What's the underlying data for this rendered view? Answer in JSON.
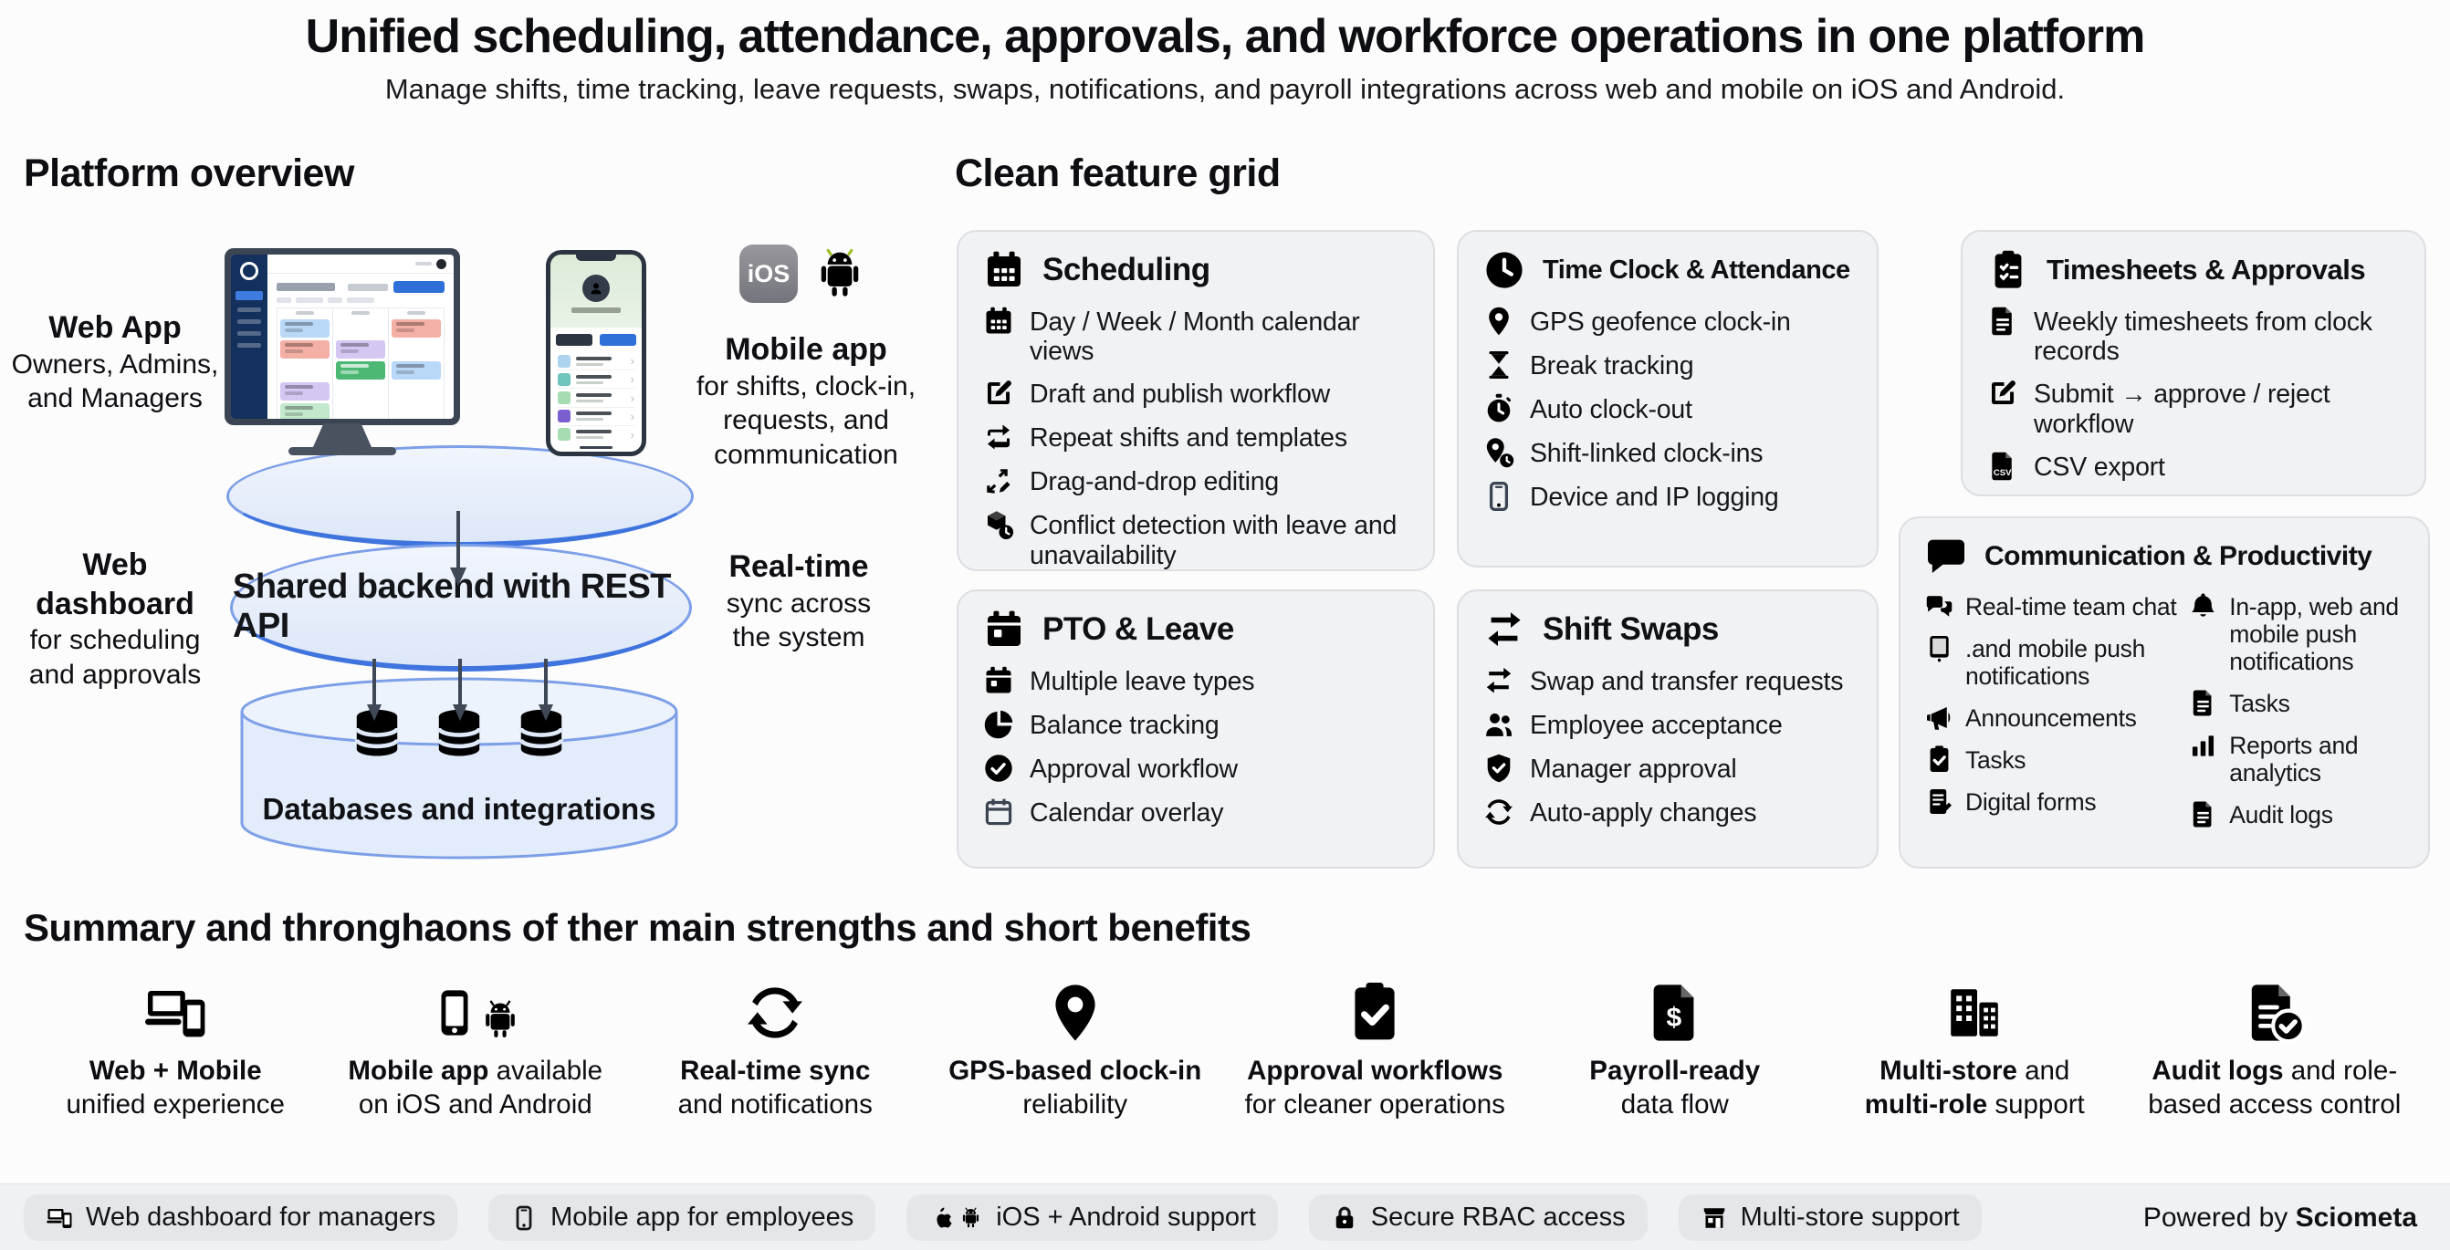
{
  "header": {
    "title": "Unified scheduling, attendance, approvals, and workforce operations in one platform",
    "subtitle": "Manage shifts, time tracking, leave requests, swaps, notifications, and payroll integrations across web and mobile on iOS and Android."
  },
  "platform": {
    "heading": "Platform overview",
    "ios_badge": "iOS",
    "labels": {
      "web_app": {
        "l1": "Web App",
        "l2": "Owners, Admins,",
        "l3": "and Managers"
      },
      "mobile_app": {
        "l1": "Mobile app",
        "l2": "for shifts, clock-in,",
        "l3": "requests, and",
        "l4": "communication"
      },
      "web_dashboard": {
        "l1": "Web dashboard",
        "l2": "for scheduling",
        "l3": "and approvals"
      },
      "realtime": {
        "l1": "Real-time",
        "l2": "sync across",
        "l3": "the system"
      }
    },
    "backend_label": "Shared backend with REST API",
    "databases_label": "Databases and integrations"
  },
  "grid": {
    "heading": "Clean feature grid",
    "cards": [
      {
        "title": "Scheduling",
        "icon": "calendar-icon",
        "icon_ref": "#i-cal",
        "items": [
          {
            "icon": "calendar-icon",
            "icon_ref": "#i-cal",
            "text": "Day / Week / Month calendar views"
          },
          {
            "icon": "edit-icon",
            "icon_ref": "#i-edit",
            "text": "Draft and publish workflow"
          },
          {
            "icon": "repeat-icon",
            "icon_ref": "#i-repeat",
            "text": "Repeat shifts and templates"
          },
          {
            "icon": "drag-icon",
            "icon_ref": "#i-drag",
            "text": "Drag-and-drop editing"
          },
          {
            "icon": "box-clock-icon",
            "icon_ref": "#i-box-clock",
            "text": "Conflict detection with leave and unavailability"
          }
        ]
      },
      {
        "title": "Time Clock & Attendance",
        "icon": "clock-icon",
        "icon_ref": "#i-clock",
        "items": [
          {
            "icon": "map-pin-icon",
            "icon_ref": "#i-pin",
            "text": "GPS geofence clock-in"
          },
          {
            "icon": "hourglass-icon",
            "icon_ref": "#i-hourglass",
            "text": "Break tracking"
          },
          {
            "icon": "stopwatch-icon",
            "icon_ref": "#i-stopwatch",
            "text": "Auto clock-out"
          },
          {
            "icon": "pin-clock-icon",
            "icon_ref": "#i-pin-clock",
            "text": "Shift-linked clock-ins"
          },
          {
            "icon": "smartphone-icon",
            "icon_ref": "#i-phone",
            "text": "Device and IP logging"
          }
        ]
      },
      {
        "title": "Timesheets & Approvals",
        "icon": "clipboard-list-icon",
        "icon_ref": "#i-clip-list",
        "items": [
          {
            "icon": "document-icon",
            "icon_ref": "#i-doc",
            "text": "Weekly timesheets from clock records"
          },
          {
            "icon": "edit-icon",
            "icon_ref": "#i-edit",
            "text": "Submit → approve / reject workflow"
          },
          {
            "icon": "csv-file-icon",
            "icon_ref": "#i-csv",
            "text": "CSV export"
          }
        ]
      },
      {
        "title": "PTO & Leave",
        "icon": "calendar-icon",
        "icon_ref": "#i-cal-day",
        "items": [
          {
            "icon": "calendar-day-icon",
            "icon_ref": "#i-cal-day",
            "text": "Multiple leave types"
          },
          {
            "icon": "pie-chart-icon",
            "icon_ref": "#i-pie",
            "text": "Balance tracking"
          },
          {
            "icon": "check-circle-icon",
            "icon_ref": "#i-check-circle",
            "text": "Approval workflow"
          },
          {
            "icon": "calendar-outline-icon",
            "icon_ref": "#i-cal-outline",
            "text": "Calendar overlay"
          }
        ]
      },
      {
        "title": "Shift Swaps",
        "icon": "swap-arrows-icon",
        "icon_ref": "#i-swap",
        "items": [
          {
            "icon": "swap-arrows-icon",
            "icon_ref": "#i-swap",
            "text": "Swap and transfer requests"
          },
          {
            "icon": "users-icon",
            "icon_ref": "#i-users",
            "text": "Employee acceptance"
          },
          {
            "icon": "shield-check-icon",
            "icon_ref": "#i-shield",
            "text": "Manager approval"
          },
          {
            "icon": "refresh-icon",
            "icon_ref": "#i-refresh",
            "text": "Auto-apply changes"
          }
        ]
      },
      {
        "title": "Communication & Productivity",
        "icon": "chat-bubble-icon",
        "icon_ref": "#i-chat",
        "items_left": [
          {
            "icon": "chat-bubbles-icon",
            "icon_ref": "#i-chats",
            "text": "Real-time team chat"
          },
          {
            "icon": "tablet-icon",
            "icon_ref": "#i-tablet",
            "text": ".and mobile push notifications"
          },
          {
            "icon": "megaphone-icon",
            "icon_ref": "#i-mega",
            "text": "Announcements"
          },
          {
            "icon": "clipboard-check-icon",
            "icon_ref": "#i-clip-check",
            "text": "Tasks"
          },
          {
            "icon": "form-pencil-icon",
            "icon_ref": "#i-form",
            "text": "Digital forms"
          }
        ],
        "items_right": [
          {
            "icon": "bell-icon",
            "icon_ref": "#i-bell",
            "text": "In-app, web and mobile push notifications"
          },
          {
            "icon": "document-icon",
            "icon_ref": "#i-doc",
            "text": "Tasks"
          },
          {
            "icon": "bar-chart-icon",
            "icon_ref": "#i-chart",
            "text": "Reports and analytics"
          },
          {
            "icon": "document-icon",
            "icon_ref": "#i-doc",
            "text": "Audit logs"
          }
        ]
      }
    ]
  },
  "summary": {
    "heading": "Summary and thronghaons of ther main strengths and short benefits",
    "benefits": [
      {
        "icon": "laptop-phone-icon",
        "icon_ref": "#i-laptop-phone",
        "l1b": "Web + Mobile",
        "l1r": "",
        "l2b": "",
        "l2r": "unified experience"
      },
      {
        "icon": "phone-android-icon",
        "icon_ref": "#i-phone-solid",
        "icon_ref2": "#i-android",
        "l1b": "Mobile app",
        "l1r": " available",
        "l2b": "",
        "l2r": "on iOS and Android"
      },
      {
        "icon": "sync-icon",
        "icon_ref": "#i-refresh",
        "l1b": "Real-time sync",
        "l1r": "",
        "l2b": "",
        "l2r": "and notifications"
      },
      {
        "icon": "map-pin-icon",
        "icon_ref": "#i-pin",
        "l1b": "GPS-based clock-in",
        "l1r": "",
        "l2b": "",
        "l2r": "reliability"
      },
      {
        "icon": "clipboard-check-icon",
        "icon_ref": "#i-clip-check",
        "l1b": "Approval workflows",
        "l1r": "",
        "l2b": "",
        "l2r": "for cleaner operations"
      },
      {
        "icon": "dollar-doc-icon",
        "icon_ref": "#i-dollar-doc",
        "l1b": "Payroll-ready",
        "l1r": "",
        "l2b": "",
        "l2r": "data flow"
      },
      {
        "icon": "building-icon",
        "icon_ref": "#i-building",
        "l1b": "Multi-store",
        "l1r": " and",
        "l2b": "multi-role",
        "l2r": " support"
      },
      {
        "icon": "doc-check-icon",
        "icon_ref": "#i-doc-check",
        "l1b": "Audit logs",
        "l1r": " and role-",
        "l2b": "",
        "l2r": "based access control"
      }
    ]
  },
  "footer": {
    "pills": [
      {
        "icon": "laptop-phone-icon",
        "icon_ref": "#i-laptop-phone",
        "label": "Web dashboard for managers"
      },
      {
        "icon": "smartphone-icon",
        "icon_ref": "#i-phone",
        "label": "Mobile app for employees"
      },
      {
        "icon": "apple-android-icon",
        "icon_ref": "#i-apple",
        "icon_ref2": "#i-android",
        "label": "iOS + Android support"
      },
      {
        "icon": "lock-icon",
        "icon_ref": "#i-lock",
        "label": "Secure RBAC access"
      },
      {
        "icon": "store-icon",
        "icon_ref": "#i-store",
        "label": "Multi-store support"
      }
    ],
    "powered_prefix": "Powered by ",
    "powered_brand": "Sciometa"
  },
  "palette": {
    "accent_blue": "#2f6fd8",
    "slate_icon": "#3b4452",
    "android_green": "#9cc02c",
    "card_bg": "#f1f2f4",
    "diagram_border_blue": "#3f74de",
    "diagram_fill": "#e2ecfa"
  }
}
